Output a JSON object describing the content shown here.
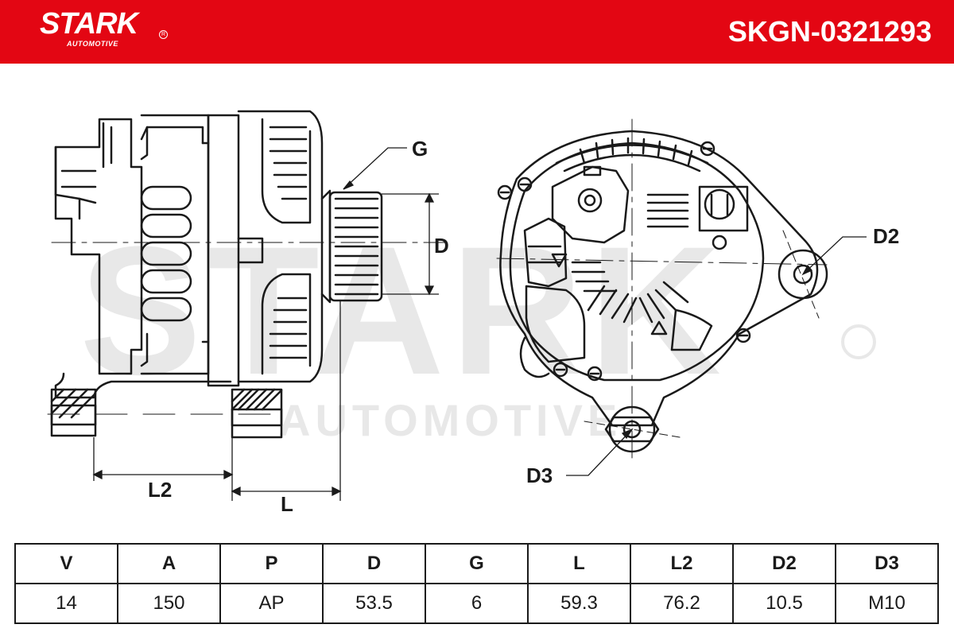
{
  "brand": {
    "name": "STARK",
    "registered": "R",
    "subtitle": "AUTOMOTIVE"
  },
  "part_number": "SKGN-0321293",
  "watermark": {
    "main": "STARK",
    "sub": "AUTOMOTIVE"
  },
  "diagram_labels": {
    "g": "G",
    "d": "D",
    "l": "L",
    "l2": "L2",
    "d2": "D2",
    "d3": "D3"
  },
  "specs": {
    "headers": [
      "V",
      "A",
      "P",
      "D",
      "G",
      "L",
      "L2",
      "D2",
      "D3"
    ],
    "values": [
      "14",
      "150",
      "AP",
      "53.5",
      "6",
      "59.3",
      "76.2",
      "10.5",
      "M10"
    ]
  },
  "colors": {
    "header_bg": "#e30613",
    "line": "#1a1a1a",
    "watermark": "#e6e6e6"
  }
}
